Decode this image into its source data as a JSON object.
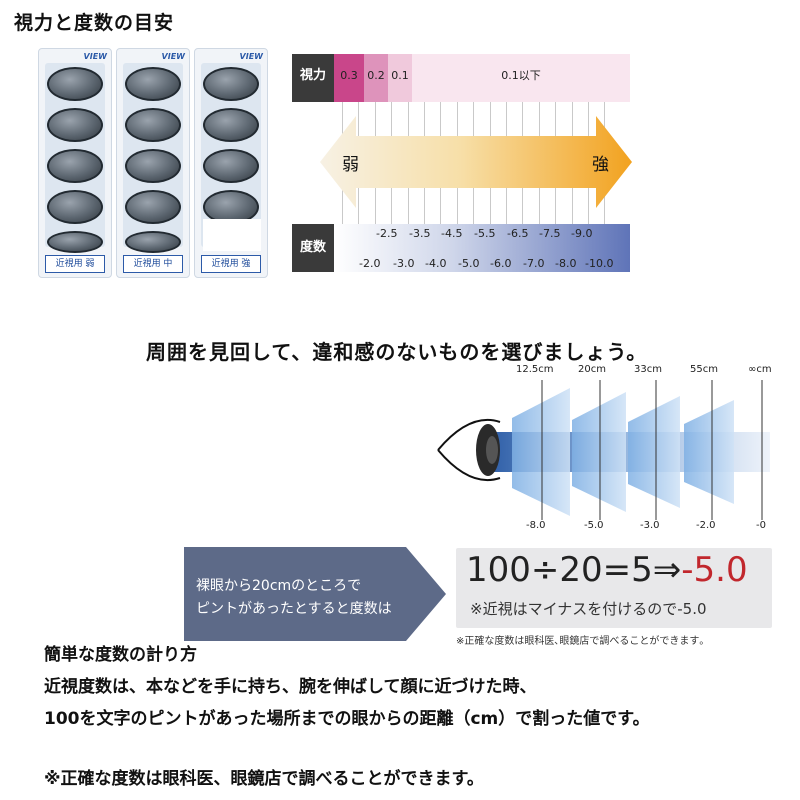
{
  "page_title": "視力と度数の目安",
  "cards": [
    {
      "brand": "VIEW",
      "tag": "近視用 弱"
    },
    {
      "brand": "VIEW",
      "tag": "近視用 中"
    },
    {
      "brand": "VIEW",
      "tag": "近視用 強"
    }
  ],
  "table": {
    "vision_label": "視力",
    "vision_values": [
      "0.3",
      "0.2",
      "0.1",
      "0.1以下"
    ],
    "arrow_weak": "弱",
    "arrow_strong": "強",
    "power_label": "度数",
    "power_upper": [
      "-2.5",
      "-3.5",
      "-4.5",
      "-5.5",
      "-6.5",
      "-7.5",
      "-9.0"
    ],
    "power_lower": [
      "-2.0",
      "-3.0",
      "-4.0",
      "-5.0",
      "-6.0",
      "-7.0",
      "-8.0",
      "-10.0"
    ]
  },
  "subheading": "周囲を見回して、違和感のないものを選びましょう。",
  "diagram": {
    "distances": [
      "12.5cm",
      "20cm",
      "33cm",
      "55cm",
      "∞cm"
    ],
    "powers": [
      "-8.0",
      "-5.0",
      "-3.0",
      "-2.0",
      "-0"
    ]
  },
  "formula": {
    "callout_line1": "裸眼から20cmのところで",
    "callout_line2": "ピントがあったとすると度数は",
    "equation": "100÷20=5⇒",
    "result": "-5.0",
    "note": "※近視はマイナスを付けるので-5.0",
    "small_note": "※正確な度数は眼科医､眼鏡店で調べることができます｡"
  },
  "method": {
    "heading": "簡単な度数の計り方",
    "line1": "近視度数は、本などを手に持ち、腕を伸ばして顔に近づけた時、",
    "line2": "100を文字のピントがあった場所までの眼からの距離（cm）で割った値です。",
    "footnote": "※正確な度数は眼科医、眼鏡店で調べることができます。"
  },
  "colors": {
    "vision_03": "#c9468a",
    "vision_02": "#de93bb",
    "vision_01": "#f0c9dc",
    "vision_low": "#f9e6ef",
    "arrow_start": "#f7f1e4",
    "arrow_end": "#f2a21f",
    "power_start": "#ffffff",
    "power_end": "#5f74b8",
    "callout": "#5d6a88",
    "result_red": "#c1272d"
  }
}
